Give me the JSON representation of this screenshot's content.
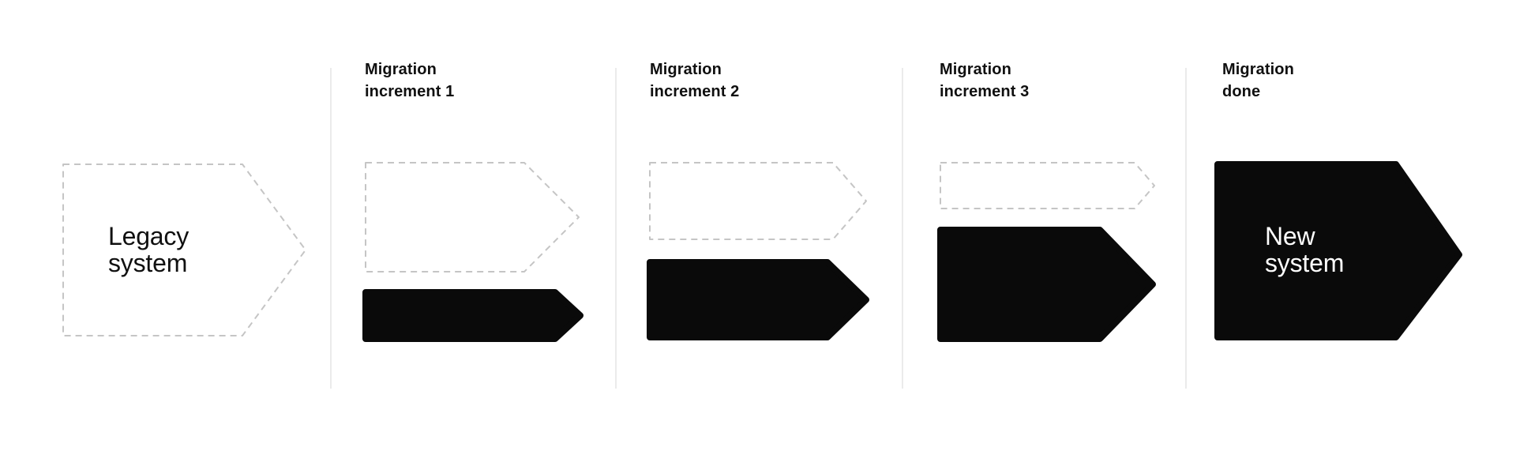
{
  "colors": {
    "background": "#ffffff",
    "arrow_fill": "#0a0a0a",
    "dashed_stroke": "#c5c5c5",
    "divider": "#ebebeb",
    "header_text": "#101010",
    "label_dark": "#101010",
    "label_light": "#ffffff"
  },
  "columns": [
    {
      "id": "legacy",
      "header": "",
      "shapes": [
        {
          "type": "dashed-outline-arrow",
          "label": "Legacy\nsystem"
        }
      ]
    },
    {
      "id": "increment-1",
      "header": "Migration\nincrement 1",
      "shapes": [
        {
          "type": "dashed-outline-arrow",
          "label": ""
        },
        {
          "type": "filled-arrow",
          "label": ""
        }
      ]
    },
    {
      "id": "increment-2",
      "header": "Migration\nincrement 2",
      "shapes": [
        {
          "type": "dashed-outline-arrow",
          "label": ""
        },
        {
          "type": "filled-arrow",
          "label": ""
        }
      ]
    },
    {
      "id": "increment-3",
      "header": "Migration\nincrement 3",
      "shapes": [
        {
          "type": "dashed-outline-arrow",
          "label": ""
        },
        {
          "type": "filled-arrow",
          "label": ""
        }
      ]
    },
    {
      "id": "done",
      "header": "Migration\ndone",
      "shapes": [
        {
          "type": "filled-arrow",
          "label": "New\nsystem"
        }
      ]
    }
  ]
}
